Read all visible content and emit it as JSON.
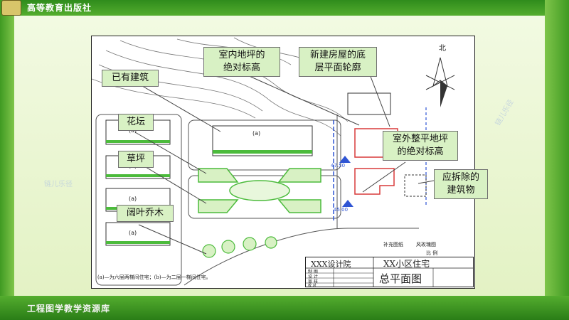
{
  "header": {
    "publisher": "高等教育出版社",
    "logo_icon": "publisher-seal-icon"
  },
  "footer": {
    "library": "工程图学教学资源库"
  },
  "drawing": {
    "north_label": "北",
    "building_label": "(a)",
    "elevation_marks": [
      "45.00",
      "47.50"
    ],
    "legend_note": "(a)—为六层两梯间住宅；(b)—为二层一梯间住宅。",
    "annotations": [
      "补充图纸",
      "风玫瑰图",
      "比 例"
    ],
    "title_block": {
      "institute": "XXX设计院",
      "project": "XX小区住宅",
      "drawing_title": "总平面图",
      "rows": [
        "制 图",
        "设 计",
        "审 核",
        "校 对"
      ]
    }
  },
  "callouts": {
    "indoor_elevation": "室内地坪的\n绝对标高",
    "new_building_outline": "新建房屋的底\n层平面轮廓",
    "existing_building": "已有建筑",
    "flower_bed": "花坛",
    "outdoor_elevation": "室外整平地坪\n的绝对标高",
    "lawn": "草坪",
    "to_demolish": "应拆除的\n建筑物",
    "broadleaf_trees": "阔叶乔木"
  },
  "watermark": "链儿乐径",
  "colors": {
    "frame_green": "#3f9a22",
    "callout_bg": "#d8f1c4",
    "green_feature": "#4cbb3c",
    "new_building_red": "#d83a3a",
    "road_blue": "#2f55d4"
  }
}
